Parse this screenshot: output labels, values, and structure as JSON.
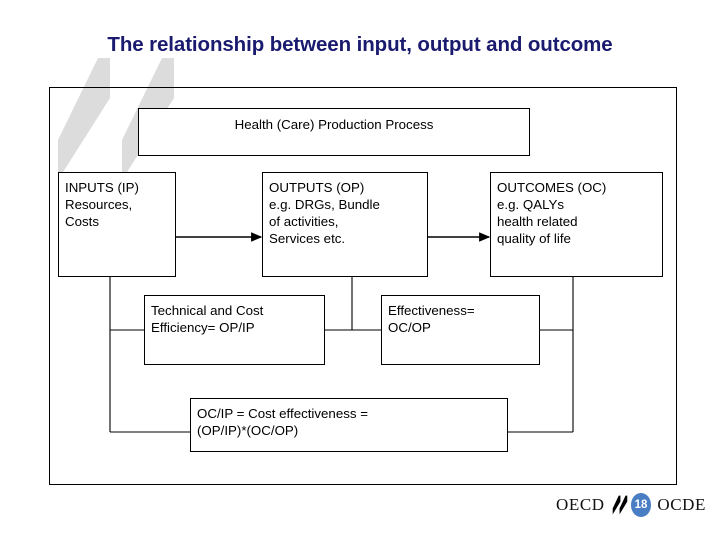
{
  "slide": {
    "title": "The relationship between input, output and outcome",
    "title_color": "#1a1a6e",
    "background_color": "#ffffff"
  },
  "diagram": {
    "header_box": {
      "label": "Health (Care) Production Process"
    },
    "chain_boxes": [
      {
        "name": "inputs",
        "text": "INPUTS (IP)\nResources,\nCosts"
      },
      {
        "name": "outputs",
        "text": "OUTPUTS (OP)\ne.g. DRGs, Bundle\nof activities,\nServices etc."
      },
      {
        "name": "outcomes",
        "text": "OUTCOMES (OC)\ne.g. QALYs\nhealth related\nquality of life"
      }
    ],
    "ratio_boxes": [
      {
        "name": "efficiency",
        "text": "Technical and Cost\nEfficiency=  OP/IP"
      },
      {
        "name": "effectiveness",
        "text": "Effectiveness=\nOC/OP"
      },
      {
        "name": "cost-effectiveness",
        "text": "OC/IP = Cost effectiveness =\n(OP/IP)*(OC/OP)"
      }
    ],
    "line_color": "#000000",
    "box_border_color": "#000000"
  },
  "footer": {
    "logo_left": "OECD",
    "logo_right": "OCDE",
    "page_number": "18",
    "badge_color": "#4a7ec4",
    "chevron_icon": "double-chevron-icon"
  }
}
